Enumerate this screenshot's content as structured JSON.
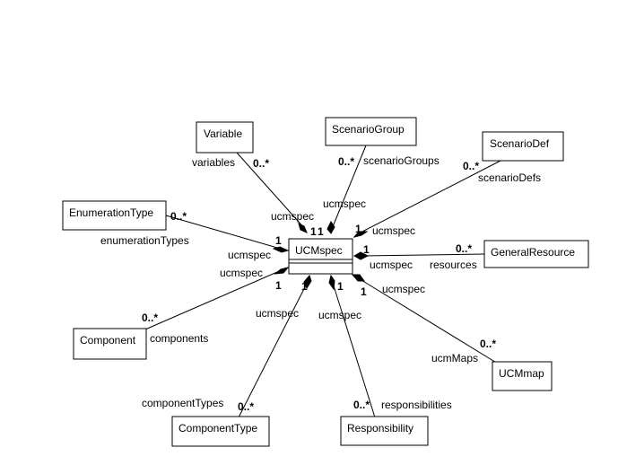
{
  "center_class": {
    "name": "UCMspec"
  },
  "classes": {
    "variable": "Variable",
    "scenario_group": "ScenarioGroup",
    "scenario_def": "ScenarioDef",
    "enumeration_type": "EnumerationType",
    "general_resource": "GeneralResource",
    "component": "Component",
    "ucm_map": "UCMmap",
    "component_type": "ComponentType",
    "responsibility": "Responsibility"
  },
  "associations": {
    "variable": {
      "role": "variables",
      "multiplicity": "0..*",
      "owner_role": "ucmspec",
      "owner_multiplicity": "1"
    },
    "scenario_group": {
      "role": "scenarioGroups",
      "multiplicity": "0..*",
      "owner_role": "ucmspec",
      "owner_multiplicity": "1"
    },
    "scenario_def": {
      "role": "scenarioDefs",
      "multiplicity": "0..*",
      "owner_role": "ucmspec",
      "owner_multiplicity": "1"
    },
    "enumeration_type": {
      "role": "enumerationTypes",
      "multiplicity": "0..*",
      "owner_role": "ucmspec",
      "owner_multiplicity": "1"
    },
    "general_resource": {
      "role": "resources",
      "multiplicity": "0..*",
      "owner_role": "ucmspec",
      "owner_multiplicity": "1"
    },
    "component": {
      "role": "components",
      "multiplicity": "0..*",
      "owner_role": "ucmspec",
      "owner_multiplicity": "1"
    },
    "ucm_map": {
      "role": "ucmMaps",
      "multiplicity": "0..*",
      "owner_role": "ucmspec",
      "owner_multiplicity": "1"
    },
    "component_type": {
      "role": "componentTypes",
      "multiplicity": "0..*",
      "owner_role": "ucmspec",
      "owner_multiplicity": "1"
    },
    "responsibility": {
      "role": "responsibilities",
      "multiplicity": "0..*",
      "owner_role": "ucmspec",
      "owner_multiplicity": "1"
    }
  }
}
